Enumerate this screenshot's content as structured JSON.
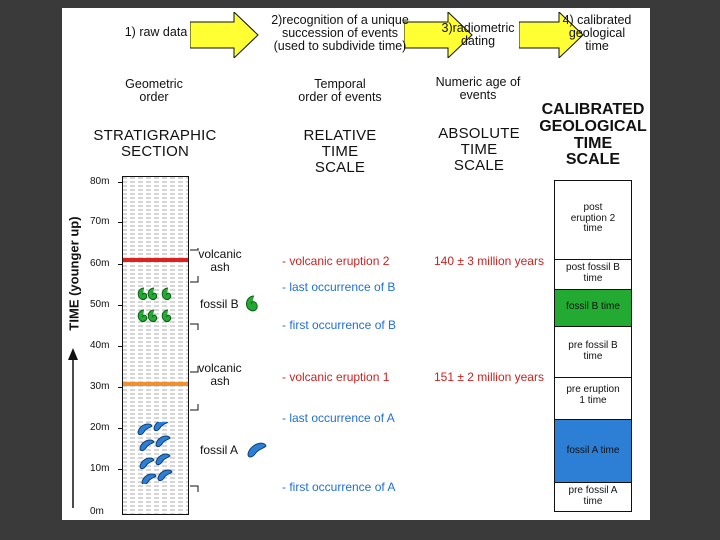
{
  "steps": {
    "s1": "1) raw data",
    "s2_line1": "2)recognition of a unique",
    "s2_line2": "succession of events",
    "s2_line3": "(used to subdivide time)",
    "s3_line1": "3)radiometric",
    "s3_line2": "dating",
    "s4_line1": "4) calibrated",
    "s4_line2": "geological",
    "s4_line3": "time"
  },
  "orders": {
    "geometric_line1": "Geometric",
    "geometric_line2": "order",
    "temporal_line1": "Temporal",
    "temporal_line2": "order of events",
    "numeric_line1": "Numeric age of",
    "numeric_line2": "events"
  },
  "headings": {
    "section_line1": "STRATIGRAPHIC",
    "section_line2": "SECTION",
    "relative_line1": "RELATIVE",
    "relative_line2": "TIME",
    "relative_line3": "SCALE",
    "absolute_line1": "ABSOLUTE",
    "absolute_line2": "TIME",
    "absolute_line3": "SCALE",
    "calibrated_line1": "CALIBRATED",
    "calibrated_line2": "GEOLOGICAL",
    "calibrated_line3": "TIME",
    "calibrated_line4": "SCALE"
  },
  "axis": {
    "label": "TIME (younger up)",
    "ticks": [
      "80m",
      "70m",
      "60m",
      "50m",
      "40m",
      "30m",
      "20m",
      "10m",
      "0m"
    ]
  },
  "section_labels": {
    "ash2_line1": "volcanic",
    "ash2_line2": "ash",
    "fossilB": "fossil B",
    "ash1_line1": "volcanic",
    "ash1_line2": "ash",
    "fossilA": "fossil A"
  },
  "relative_events": {
    "eruption2": "- volcanic eruption 2",
    "lastB": "- last occurrence of B",
    "firstB": "- first occurrence of B",
    "eruption1": "- volcanic eruption 1",
    "lastA": "- last occurrence of A",
    "firstA": "- first occurrence of A"
  },
  "absolute_ages": {
    "age2": "140 ± 3 million years",
    "age1": "151 ± 2 million years"
  },
  "calibrated_scale": {
    "post2_line1": "post",
    "post2_line2": "eruption 2",
    "post2_line3": "time",
    "postB_line1": "post fossil B",
    "postB_line2": "time",
    "fossilB_time": "fossil B time",
    "preB_line1": "pre fossil B",
    "preB_line2": "time",
    "pre1_line1": "pre eruption",
    "pre1_line2": "1 time",
    "fossilA_time": "fossil A time",
    "preA_line1": "pre fossil A",
    "preA_line2": "time"
  },
  "colors": {
    "arrow_fill": "#ffff33",
    "red_event": "#cc2222",
    "blue_event": "#1f6fd6",
    "fossil_b_green": "#22aa33",
    "fossil_a_blue": "#2d7fd6",
    "ash2_band": "#dd2222",
    "ash1_band": "#f09030"
  }
}
